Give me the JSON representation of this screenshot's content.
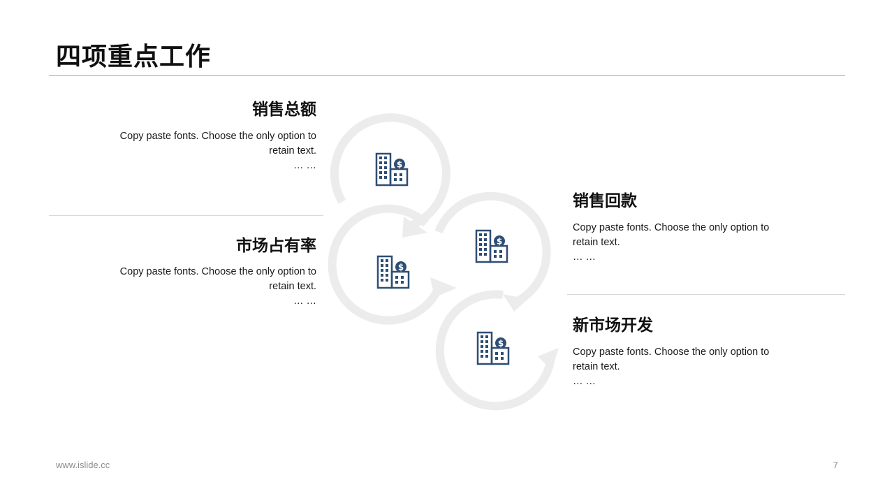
{
  "title": "四项重点工作",
  "items": [
    {
      "heading": "销售总额",
      "text": "Copy paste fonts. Choose the only option to retain text.",
      "ellipsis": "… …",
      "icon": "building-dollar-icon"
    },
    {
      "heading": "市场占有率",
      "text": "Copy paste fonts. Choose the only option to retain text.",
      "ellipsis": "… …",
      "icon": "building-dollar-icon"
    },
    {
      "heading": "销售回款",
      "text": "Copy paste fonts. Choose the only option to retain text.",
      "ellipsis": "… …",
      "icon": "building-dollar-icon"
    },
    {
      "heading": "新市场开发",
      "text": "Copy paste fonts. Choose the only option to retain text.",
      "ellipsis": "… …",
      "icon": "building-dollar-icon"
    }
  ],
  "footer": {
    "url": "www.islide.cc",
    "page": "7"
  },
  "colors": {
    "icon": "#2e4e73",
    "ring": "#ececec",
    "rule": "#a9a9a9"
  }
}
